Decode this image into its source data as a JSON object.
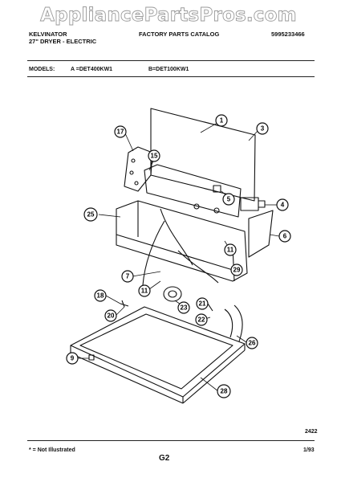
{
  "watermark": "AppliancePartsPros.com",
  "header": {
    "brand": "KELVINATOR",
    "subtitle": "27\" DRYER - ELECTRIC",
    "catalog": "FACTORY PARTS CATALOG",
    "catalog_number": "5995233466"
  },
  "models": {
    "label": "MODELS:",
    "a": "A =DET400KW1",
    "b": "B=DET100KW1"
  },
  "callouts": [
    "1",
    "3",
    "17",
    "15",
    "5",
    "4",
    "25",
    "6",
    "11",
    "29",
    "7",
    "11",
    "18",
    "23",
    "21",
    "20",
    "22",
    "26",
    "9",
    "28"
  ],
  "footer": {
    "drawing_number": "2422",
    "note": "* = Not Illustrated",
    "page": "G2",
    "date": "1/93"
  }
}
